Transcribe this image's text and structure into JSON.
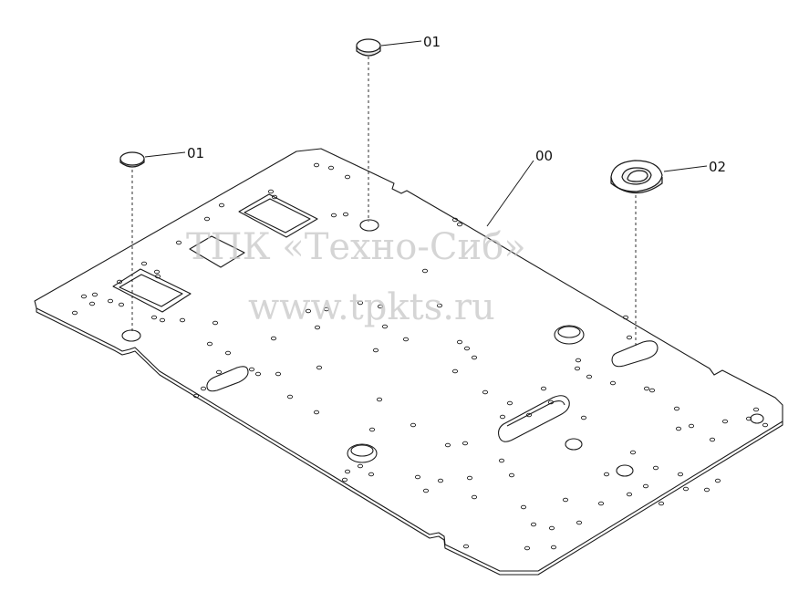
{
  "diagram": {
    "callouts": {
      "plate": "00",
      "plug_top": "01",
      "plug_left": "01",
      "grommet": "02"
    },
    "watermark": {
      "line1": "ТПК «Техно-Сиб»",
      "line2": "www.tpkts.ru"
    }
  },
  "colors": {
    "line": "#1a1a1a",
    "watermark": "#c8c8c8",
    "background": "#ffffff"
  }
}
